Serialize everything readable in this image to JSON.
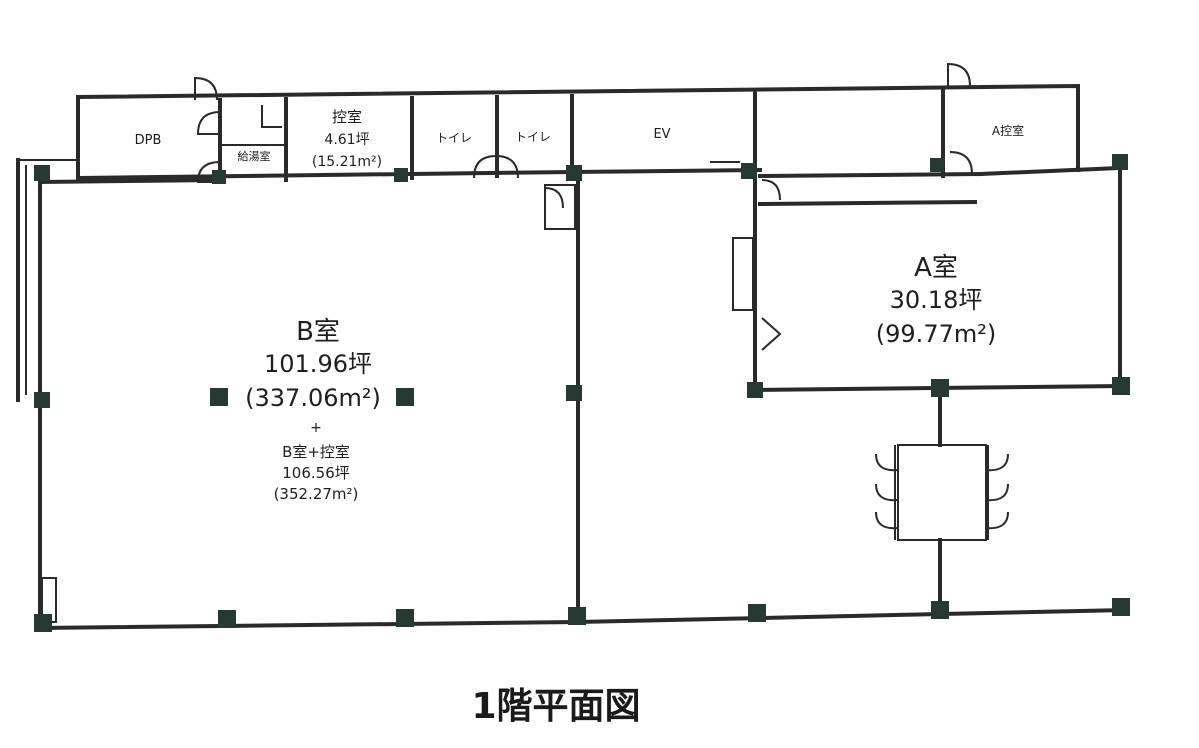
{
  "floor_title": "1階平面図",
  "rooms": {
    "room_b": {
      "name": "B室",
      "tsubo": "101.96坪",
      "sqm": "(337.06m²)",
      "plus": "+",
      "combined_name": "B室+控室",
      "combined_tsubo": "106.56坪",
      "combined_sqm": "(352.27m²)"
    },
    "room_a": {
      "name": "A室",
      "tsubo": "30.18坪",
      "sqm": "(99.77m²)"
    },
    "waiting_room": {
      "name": "控室",
      "tsubo": "4.61坪",
      "sqm": "(15.21m²)"
    },
    "small_rooms": {
      "far_left": "DPB",
      "storage": "給湯室",
      "toilet_1": "トイレ",
      "toilet_2": "トイレ",
      "elevator": "EV",
      "a_side": "A控室"
    }
  }
}
